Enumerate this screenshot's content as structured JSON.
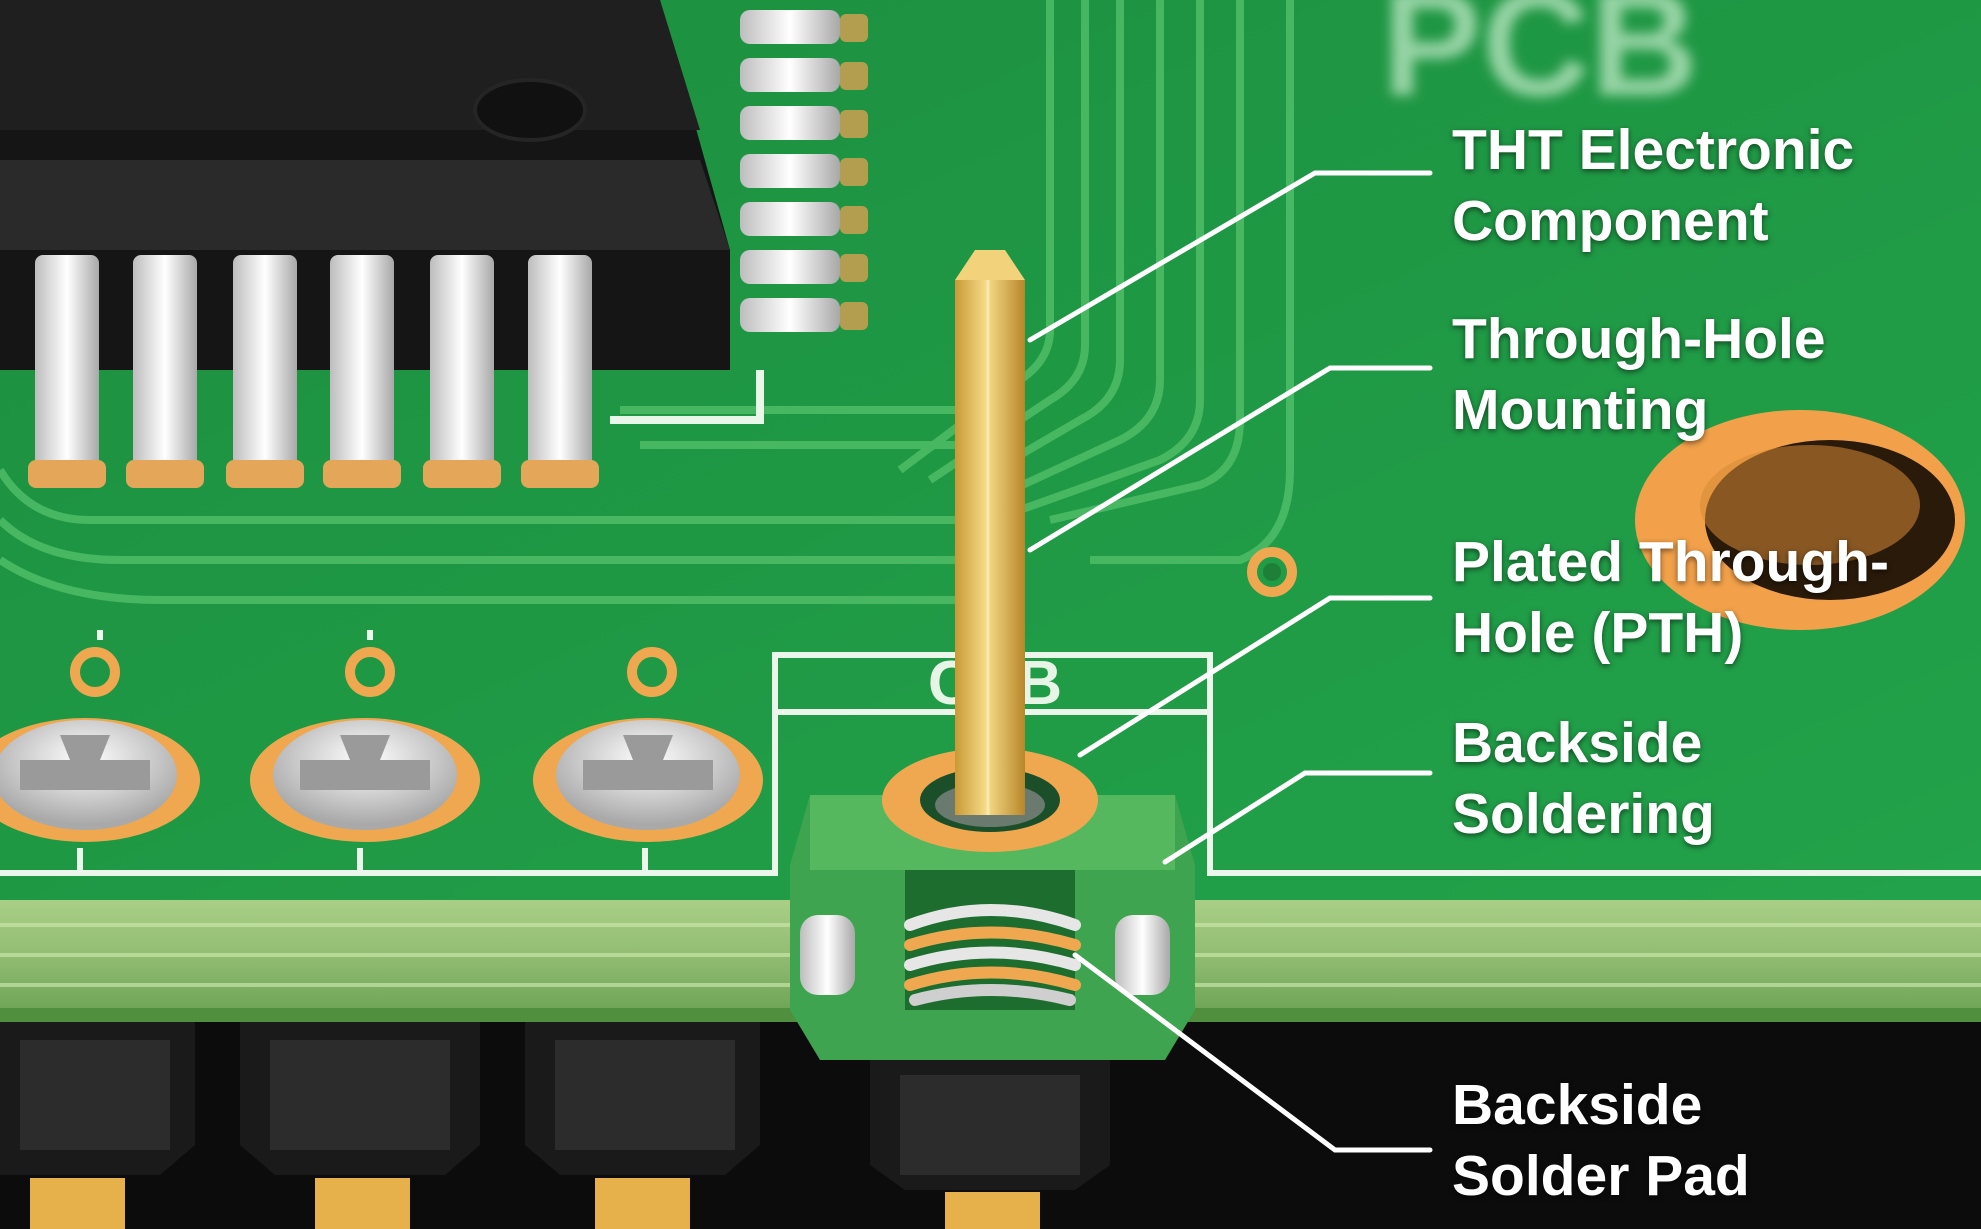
{
  "board_marking": "PCB",
  "silkscreen_marking": "CCB",
  "callouts": [
    {
      "id": "tht-component",
      "lines": [
        "THT Electronic",
        "Component"
      ]
    },
    {
      "id": "through-hole-mounting",
      "lines": [
        "Through-Hole",
        "Mounting"
      ]
    },
    {
      "id": "pth",
      "lines": [
        "Plated Through-",
        "Hole (PTH)"
      ]
    },
    {
      "id": "backside-soldering",
      "lines": [
        "Backside",
        "Soldering"
      ]
    },
    {
      "id": "backside-solder-pad",
      "lines": [
        "Backside",
        "Solder Pad"
      ]
    }
  ],
  "colors": {
    "board_green": "#1f9a45",
    "trace_green": "#56c46e",
    "copper": "#f0a850",
    "gold_pin": "#e8c15e",
    "ic_black": "#1c1c1c",
    "leader_white": "#ffffff"
  }
}
